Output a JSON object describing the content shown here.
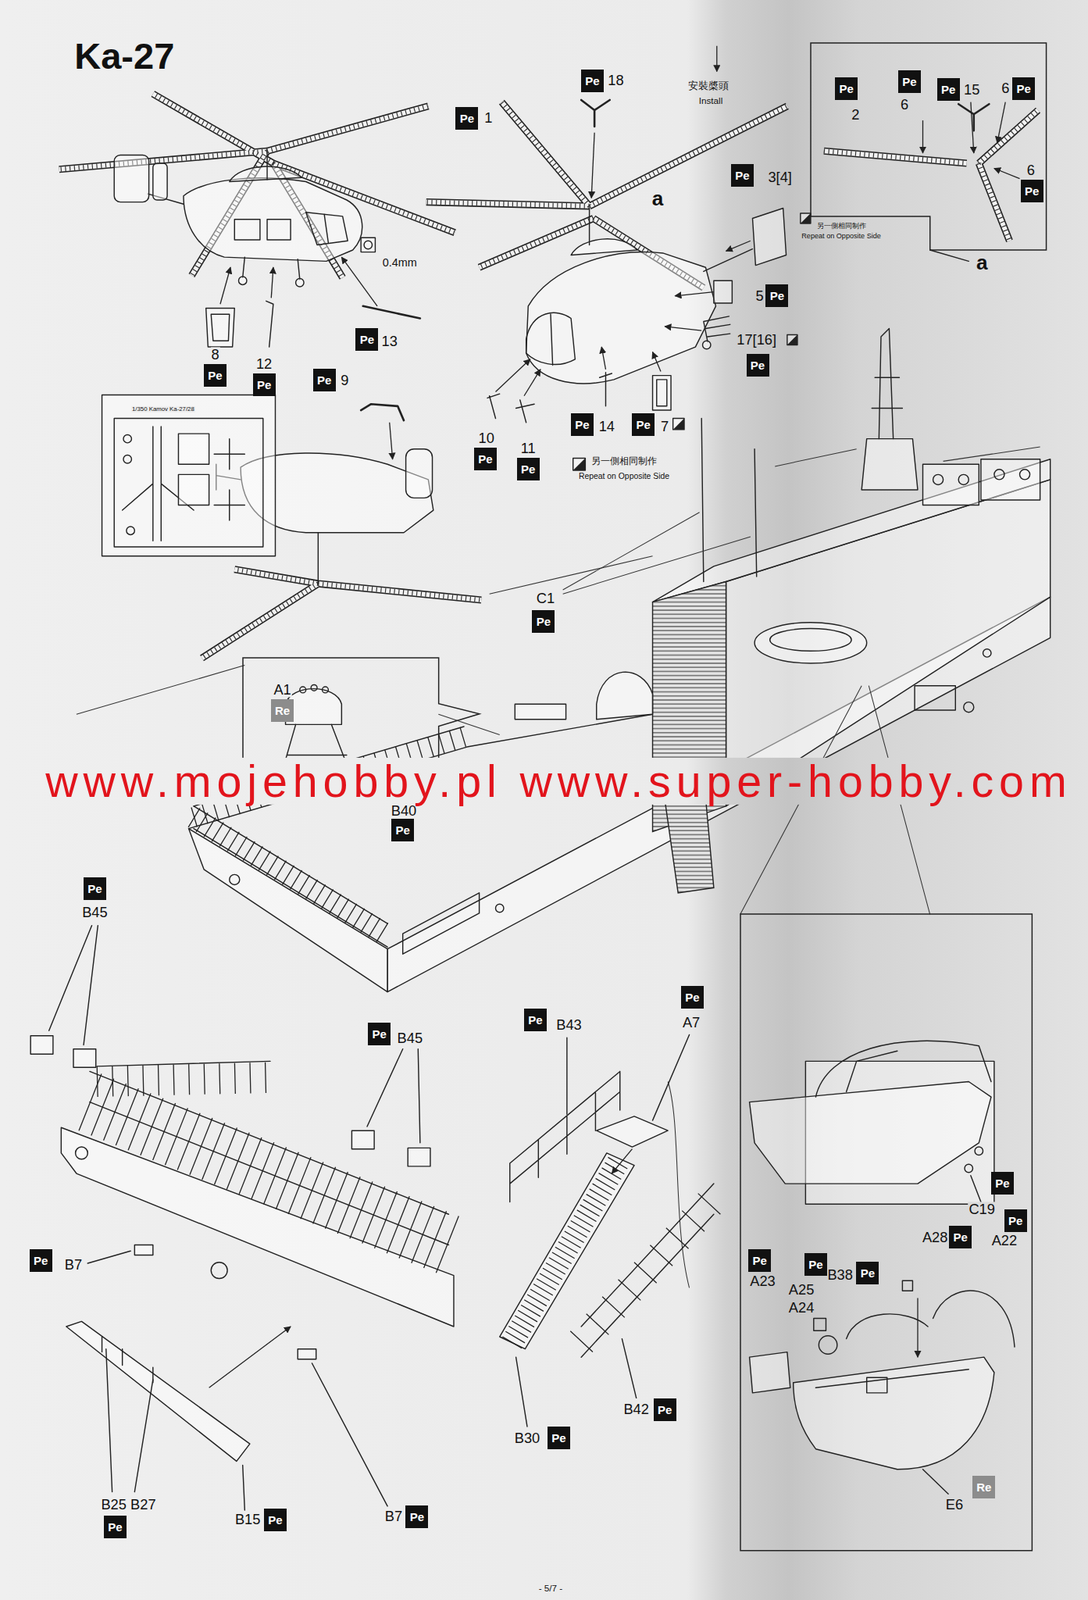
{
  "diagram": {
    "title": "Ka-27",
    "nodes": [
      {
        "text": [
          "2",
          "6",
          "15",
          "6",
          "6"
        ]
      },
      {
        "text": [
          "Pe"
        ],
        "in": 0
      },
      {
        "text": [
          "Pe"
        ],
        "in": 0
      },
      {
        "text": [
          "Pe"
        ],
        "in": 0
      },
      {
        "text": [
          "Pe"
        ],
        "in": 0
      },
      {
        "text": [
          "Pe"
        ],
        "in": 0
      },
      {
        "text": [
          "Pe"
        ]
      },
      {
        "text": [
          "Pe"
        ]
      },
      {
        "text": [
          "Pe"
        ]
      },
      {
        "text": [
          "Pe"
        ]
      },
      {
        "text": [
          "Pe"
        ]
      },
      {
        "text": [
          "Pe"
        ]
      },
      {
        "text": [
          "Pe"
        ]
      },
      {
        "text": [
          "Pe"
        ]
      },
      {
        "text": [
          "Pe"
        ]
      },
      {
        "text": [
          "Pe"
        ]
      },
      {
        "text": [
          "Pe"
        ]
      },
      {
        "text": [
          "Pe"
        ]
      },
      {
        "text": [
          "Pe"
        ]
      },
      {
        "text": [
          "Pe"
        ]
      },
      {
        "text": [
          "A1"
        ]
      },
      {
        "text": [
          "Re"
        ],
        "in": 20
      },
      {
        "text": [
          "Pe"
        ]
      },
      {
        "text": [
          "Pe"
        ]
      },
      {
        "text": [
          "Pe"
        ]
      },
      {
        "text": [
          "Pe"
        ]
      },
      {
        "text": [
          "Pe"
        ]
      },
      {
        "text": [
          "Pe"
        ]
      },
      {
        "text": [
          "Pe"
        ]
      },
      {
        "text": [
          "Pe"
        ]
      },
      {
        "text": [
          "Pe"
        ]
      },
      {
        "text": [
          "Pe"
        ]
      },
      {
        "text": [
          "Pe"
        ]
      },
      {
        "text": [
          "C19",
          "A28",
          "A22",
          "A23",
          "A25",
          "B38",
          "A24",
          "E6"
        ]
      },
      {
        "text": [
          "Pe"
        ],
        "in": 33
      },
      {
        "text": [
          "Pe"
        ],
        "in": 33
      },
      {
        "text": [
          "Pe"
        ],
        "in": 33
      },
      {
        "text": [
          "Pe"
        ],
        "in": 33
      },
      {
        "text": [
          "Pe"
        ],
        "in": 33
      },
      {
        "text": [
          "Pe"
        ],
        "in": 33
      },
      {
        "text": [
          "Re"
        ],
        "in": 33
      }
    ],
    "labels": [
      "0.4mm",
      "8",
      "12",
      "13",
      "9",
      "18",
      "1",
      "安裝槳頭",
      "Install",
      "a",
      "3[4]",
      "另一側相同制作",
      "Repeat on Opposite Side",
      "5",
      "17[16]",
      "14",
      "7",
      "10",
      "11",
      "另一側相同制作",
      "Repeat on Opposite Side",
      "a",
      "1/350 Kamov Ka-27/28",
      "C1",
      "B40",
      "www.mojehobby.pl www.super-hobby.com",
      "B45",
      "B45",
      "B7",
      "B43",
      "A7",
      "B42",
      "B30",
      "B25 B27",
      "B15",
      "B7",
      "- 5/7 -"
    ]
  }
}
